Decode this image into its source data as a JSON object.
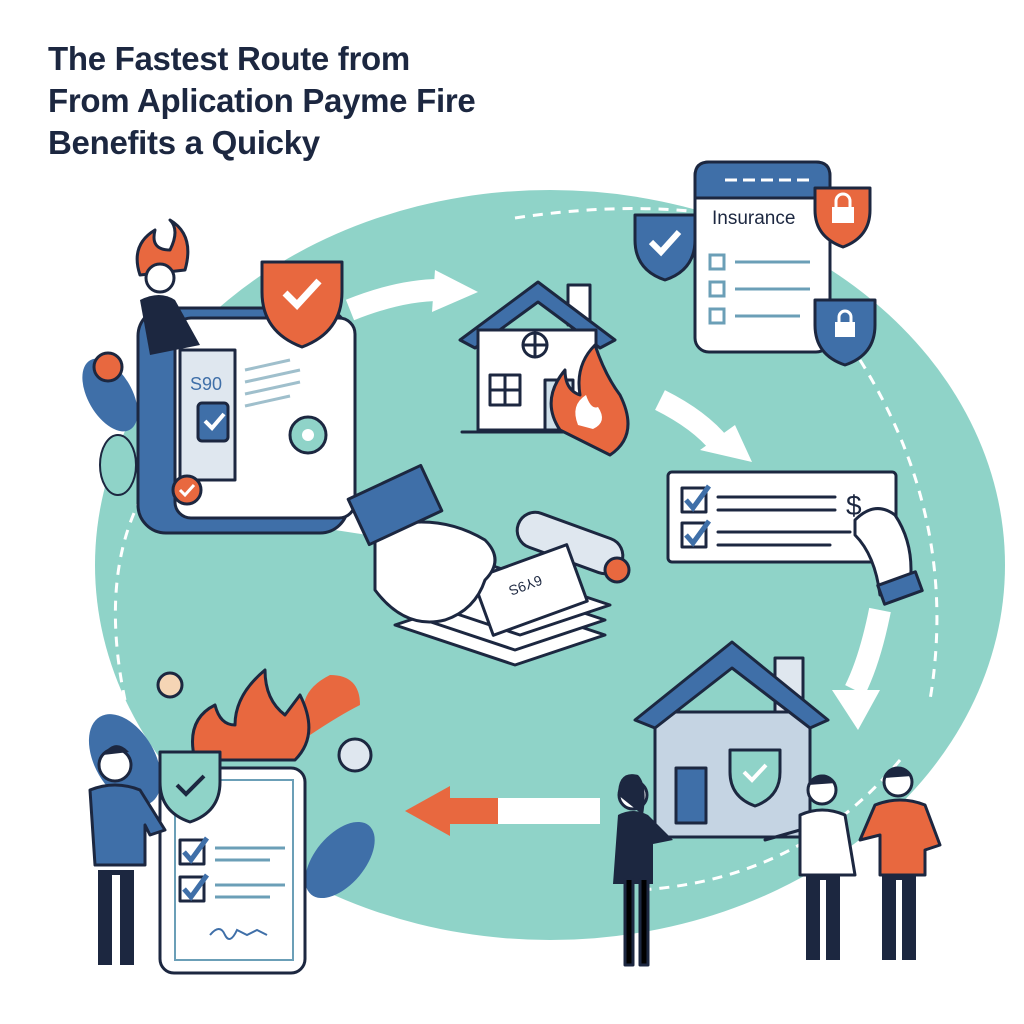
{
  "title": {
    "line1": "The Fastest Route from",
    "line2": "From Aplication Payme Fire",
    "line3": "Benefits  a Quicky"
  },
  "illustration": {
    "insurance_doc_label": "Insurance",
    "tablet_amount": "S90",
    "check_dollar_sign": "$",
    "receipt_text": "6Y9S"
  },
  "colors": {
    "navy": "#1c2740",
    "blue": "#3f6fa8",
    "teal": "#8fd3c8",
    "orange": "#e8683f"
  }
}
